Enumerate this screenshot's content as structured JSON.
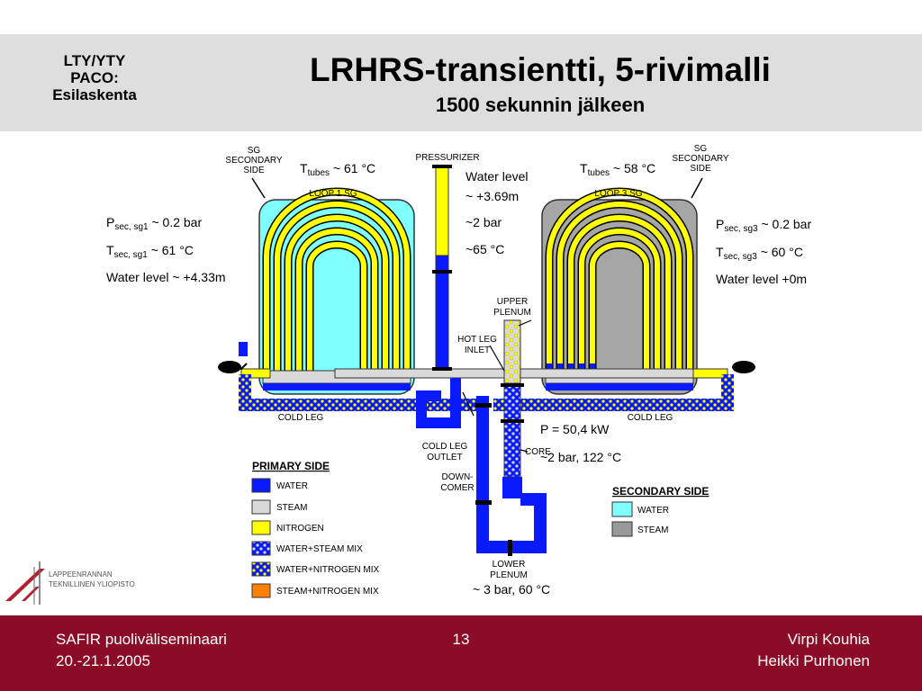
{
  "header": {
    "left_line1": "LTY/YTY",
    "left_line2": "PACO:",
    "left_line3": "Esilaskenta",
    "title": "LRHRS-transientti, 5-rivimalli",
    "subtitle": "1500 sekunnin jälkeen"
  },
  "diagram": {
    "sg_secondary_side": [
      "SG",
      "SECONDARY",
      "SIDE"
    ],
    "loop1_label": "LOOP 1 SG",
    "loop3_label": "LOOP 3 SG",
    "pressurizer_label": "PRESSURIZER",
    "t_tubes_left": {
      "main": "T",
      "sub": "tubes",
      "rest": " ~ 61 °C"
    },
    "t_tubes_right": {
      "main": "T",
      "sub": "tubes",
      "rest": " ~ 58 °C"
    },
    "pzr_water_level": "Water level",
    "pzr_water_level_value": "~ +3.69m",
    "pzr_pressure": "~2 bar",
    "pzr_temp": "~65 °C",
    "sg1_p": {
      "main": "P",
      "sub": "sec, sg1",
      "rest": " ~ 0.2 bar"
    },
    "sg1_t": {
      "main": "T",
      "sub": "sec, sg1",
      "rest": " ~ 61 °C"
    },
    "sg1_level": "Water level ~ +4.33m",
    "sg3_p": {
      "main": "P",
      "sub": "sec, sg3",
      "rest": " ~ 0.2 bar"
    },
    "sg3_t": {
      "main": "T",
      "sub": "sec, sg3",
      "rest": " ~ 60 °C"
    },
    "sg3_level": "Water level +0m",
    "upper_plenum": [
      "UPPER",
      "PLENUM"
    ],
    "hot_leg_inlet": [
      "HOT LEG",
      "INLET"
    ],
    "cold_leg": "COLD LEG",
    "cold_leg_outlet": [
      "COLD LEG",
      "OUTLET"
    ],
    "downcomer": [
      "DOWN-",
      "COMER"
    ],
    "core": "CORE",
    "power": "P = 50,4 kW",
    "core_state": "~2 bar, 122 °C",
    "lower_plenum": [
      "LOWER",
      "PLENUM"
    ],
    "lower_plenum_state": "~ 3 bar,  60 °C",
    "logo_line1": "LAPPEENRANNAN",
    "logo_line2": "TEKNILLINEN YLIOPISTO"
  },
  "primary_legend": {
    "title": "PRIMARY SIDE",
    "items": [
      {
        "label": "WATER",
        "color": "#0a1aff",
        "pattern": "solid"
      },
      {
        "label": "STEAM",
        "color": "#d9d9d9",
        "pattern": "solid"
      },
      {
        "label": "NITROGEN",
        "color": "#ffff00",
        "pattern": "solid"
      },
      {
        "label": "WATER+STEAM MIX",
        "color": "#0a1aff",
        "pattern": "dots-grey"
      },
      {
        "label": "WATER+NITROGEN MIX",
        "color": "#0a1aff",
        "pattern": "dots-yellow"
      },
      {
        "label": "STEAM+NITROGEN MIX",
        "color": "#ff8000",
        "pattern": "solid"
      }
    ]
  },
  "secondary_legend": {
    "title": "SECONDARY SIDE",
    "items": [
      {
        "label": "WATER",
        "color": "#80ffff"
      },
      {
        "label": "STEAM",
        "color": "#999999"
      }
    ]
  },
  "footer": {
    "left_line1": "SAFIR puoliväliseminaari",
    "left_line2": "20.-21.1.2005",
    "page": "13",
    "right_line1": "Virpi Kouhia",
    "right_line2": "Heikki Purhonen"
  }
}
